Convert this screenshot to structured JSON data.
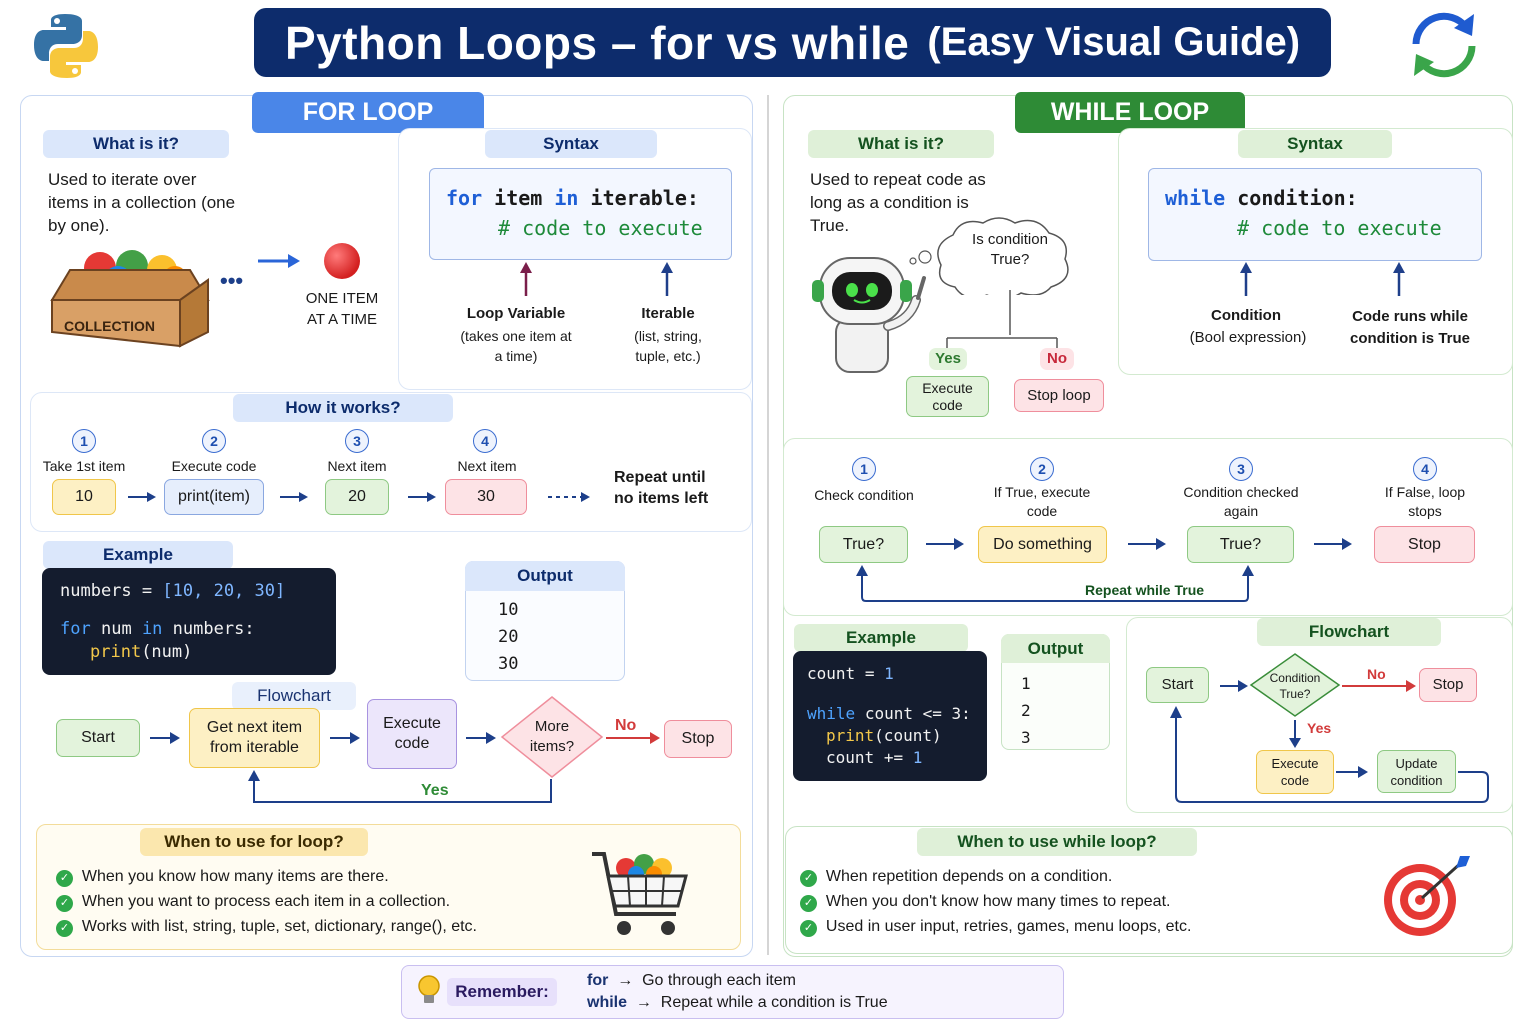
{
  "header": {
    "title": "Python Loops – for vs while",
    "subtitle": "(Easy Visual Guide)"
  },
  "for_loop": {
    "heading": "FOR LOOP",
    "what_label": "What is it?",
    "what_text": "Used to iterate over items in a collection (one by one).",
    "collection_label": "COLLECTION",
    "one_item_label": "ONE ITEM AT A TIME",
    "syntax_label": "Syntax",
    "syntax_kw_for": "for",
    "syntax_item": "item",
    "syntax_kw_in": "in",
    "syntax_iterable": "iterable:",
    "syntax_comment": "# code to execute",
    "loop_var_title": "Loop Variable",
    "loop_var_desc": "(takes one item at a time)",
    "iterable_title": "Iterable",
    "iterable_desc": "(list, string, tuple, etc.)",
    "how_label": "How it works?",
    "steps": [
      {
        "num": "1",
        "label": "Take 1st item",
        "value": "10"
      },
      {
        "num": "2",
        "label": "Execute code",
        "value": "print(item)"
      },
      {
        "num": "3",
        "label": "Next item",
        "value": "20"
      },
      {
        "num": "4",
        "label": "Next item",
        "value": "30"
      }
    ],
    "repeat_text": "Repeat until no items left",
    "example_label": "Example",
    "code_line1_var": "numbers",
    "code_line1_op": "=",
    "code_line1_list": "[10, 20, 30]",
    "code_line2_for": "for",
    "code_line2_var": "num",
    "code_line2_in": "in",
    "code_line2_iter": "numbers:",
    "code_line3_fn": "print",
    "code_line3_arg": "(num)",
    "output_label": "Output",
    "output": [
      "10",
      "20",
      "30"
    ],
    "flowchart_label": "Flowchart",
    "fc_start": "Start",
    "fc_get": "Get next item from iterable",
    "fc_exec": "Execute code",
    "fc_more": "More items?",
    "fc_no": "No",
    "fc_yes": "Yes",
    "fc_stop": "Stop",
    "when_label": "When to use for loop?",
    "when_items": [
      "When you know how many items are there.",
      "When you want to process each item in a collection.",
      "Works with list, string, tuple, set, dictionary, range(), etc."
    ]
  },
  "while_loop": {
    "heading": "WHILE LOOP",
    "what_label": "What is it?",
    "what_text": "Used to repeat code as long as a condition is True.",
    "thought": "Is condition True?",
    "yes": "Yes",
    "no": "No",
    "execute_code": "Execute code",
    "stop_loop": "Stop loop",
    "syntax_label": "Syntax",
    "syntax_kw_while": "while",
    "syntax_cond": "condition:",
    "syntax_comment": "# code to execute",
    "cond_title": "Condition",
    "cond_desc": "(Bool expression)",
    "runs_desc": "Code runs while condition is True",
    "steps": [
      {
        "num": "1",
        "label": "Check condition",
        "value": "True?"
      },
      {
        "num": "2",
        "label": "If True, execute code",
        "value": "Do something"
      },
      {
        "num": "3",
        "label": "Condition checked again",
        "value": "True?"
      },
      {
        "num": "4",
        "label": "If False, loop stops",
        "value": "Stop"
      }
    ],
    "repeat_text": "Repeat while True",
    "example_label": "Example",
    "code_l1_var": "count",
    "code_l1_op": "=",
    "code_l1_val": "1",
    "code_l2_kw": "while",
    "code_l2_rest": "count <= 3:",
    "code_l3_fn": "print",
    "code_l3_arg": "(count)",
    "code_l4_var": "count",
    "code_l4_op": "+=",
    "code_l4_val": "1",
    "output_label": "Output",
    "output": [
      "1",
      "2",
      "3"
    ],
    "flowchart_label": "Flowchart",
    "fc_start": "Start",
    "fc_cond": "Condition True?",
    "fc_no": "No",
    "fc_yes": "Yes",
    "fc_stop": "Stop",
    "fc_exec": "Execute code",
    "fc_update": "Update condition",
    "when_label": "When to use while loop?",
    "when_items": [
      "When repetition depends on a condition.",
      "When you don't know how many times to repeat.",
      "Used in user input, retries, games, menu loops, etc."
    ]
  },
  "remember": {
    "label": "Remember:",
    "line1_kw": "for",
    "line1_text": "Go through each item",
    "line2_kw": "while",
    "line2_text": "Repeat while a condition is True"
  },
  "colors": {
    "navy": "#0d2c6c",
    "for_blue": "#3f7be6",
    "while_green": "#2e8b36"
  }
}
